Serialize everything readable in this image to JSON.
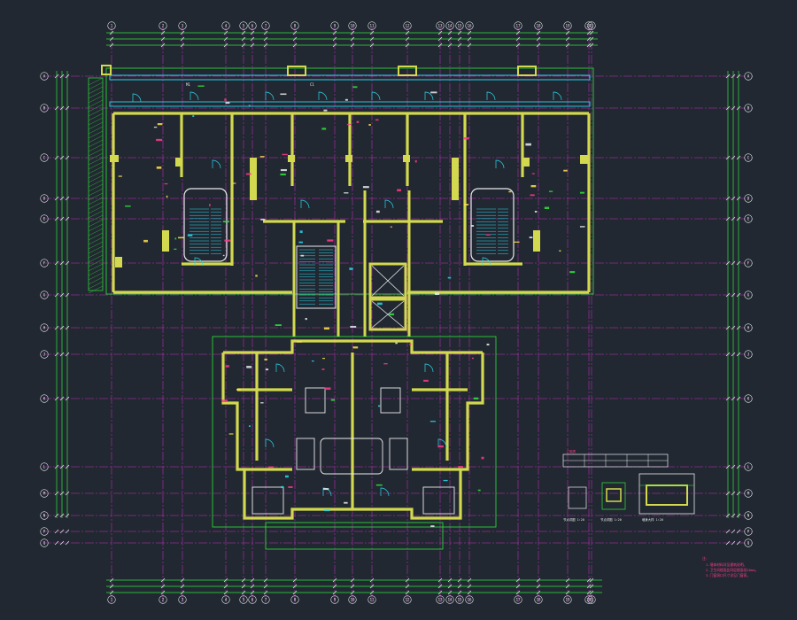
{
  "drawing": {
    "background": "#222831",
    "colors": {
      "axis": "#c02cc0",
      "wall": "#d2d94e",
      "line": "#2ee63a",
      "cyan": "#27d6ee",
      "white": "#e9ecef",
      "magenta": "#ff3b8a",
      "yellow": "#ffe14d"
    }
  },
  "grid": {
    "x_numbers": [
      "1",
      "2",
      "3",
      "4",
      "5",
      "6",
      "7",
      "8",
      "9",
      "10",
      "11",
      "12",
      "13",
      "14",
      "15",
      "16",
      "17",
      "18",
      "19",
      "20",
      "21"
    ],
    "y_letters": [
      "A",
      "B",
      "C",
      "D",
      "E",
      "F",
      "G",
      "H",
      "J",
      "K",
      "L",
      "M",
      "N",
      "P",
      "Q"
    ]
  },
  "labels": {
    "door_tag": "M1",
    "window_tag": "C1",
    "legend_title": "门窗表",
    "detail_1": "节点详图 1:20",
    "detail_2": "节点详图 1:20",
    "detail_3": "墙身大样 1:20",
    "notes_title": "注:",
    "notes": [
      "1.墙体材料详见建筑说明。",
      "2.卫生间楼面比同层楼面低20mm。",
      "3.门窗洞口尺寸详见门窗表。"
    ]
  }
}
